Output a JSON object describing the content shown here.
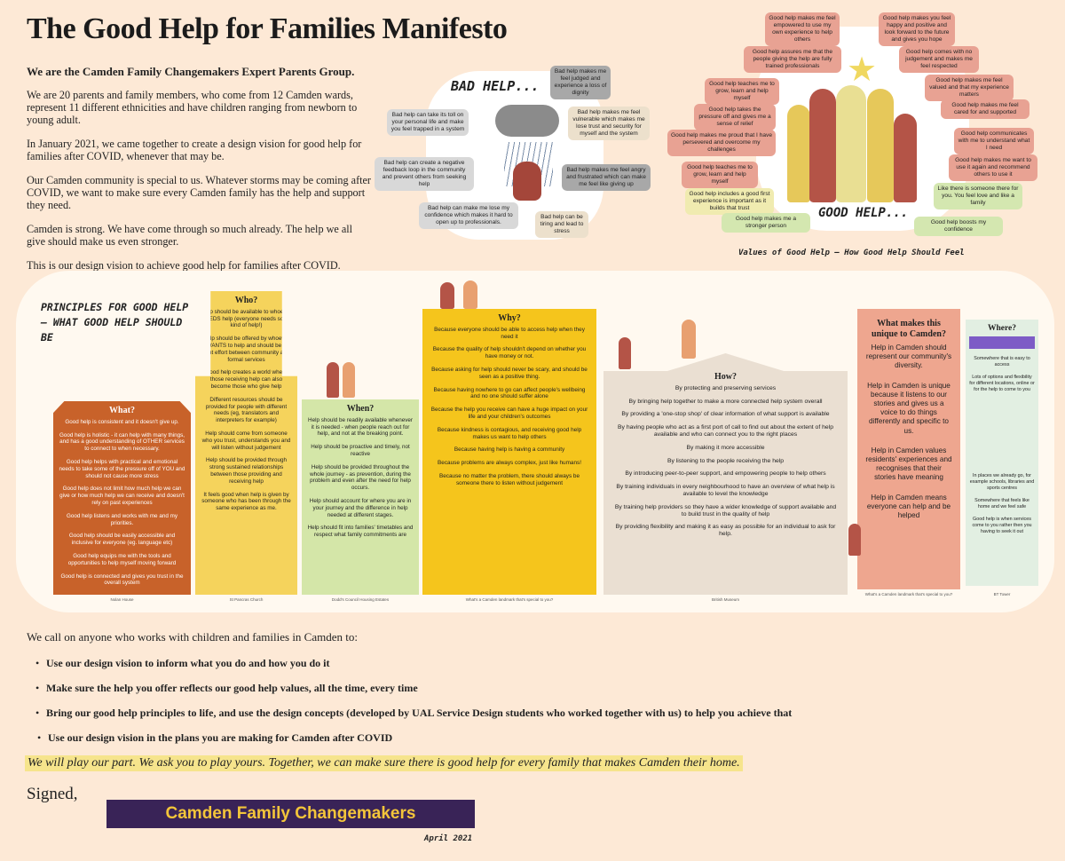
{
  "title": "The Good Help for Families Manifesto",
  "subtitle": "We are the Camden Family Changemakers Expert Parents Group.",
  "intro": [
    "We are 20 parents and family members, who come from 12 Camden wards, represent 11 different ethnicities and have children ranging from newborn to young adult.",
    "In January 2021, we came together to create a design vision for good help for families after COVID, whenever that may be.",
    "Our Camden community is special to us. Whatever storms may be coming after COVID, we want to make sure every Camden family has the help and support they need.",
    "Camden is strong. We have come through so much already. The help we all give should make us even stronger.",
    "This is our design vision to achieve good help for families after COVID."
  ],
  "bad_help": {
    "heading": "BAD HELP...",
    "cards": [
      "Bad help makes me feel judged and experience a loss of dignity",
      "Bad help can take its toll on your personal life and make you feel trapped in a system",
      "Bad help makes me feel vulnerable which makes me lose trust and security for myself and the system",
      "Bad help can create a negative feedback loop in the community and prevent others from seeking help",
      "Bad help makes me feel angry and frustrated which can make me feel like giving up",
      "Bad help can make me lose my confidence which makes it hard to open up to professionals.",
      "Bad help can be tiring and lead to stress"
    ]
  },
  "good_help": {
    "heading": "GOOD HELP...",
    "left_cards": [
      "Good help makes me feel empowered to use my own experience to help others",
      "Good help assures me that the people giving the help are fully trained professionals",
      "Good help teaches me to grow, learn and help myself",
      "Good help takes the pressure off and gives me a sense of relief",
      "Good help makes me proud that I have persevered and overcome my challenges",
      "Good help teaches me to grow, learn and help myself",
      "Good help includes a good first experience is important as it builds that trust",
      "Good help makes me a stronger person"
    ],
    "right_cards": [
      "Good help makes you feel happy and positive and look forward to the future and gives you hope",
      "Good help comes with no judgement and makes me feel respected",
      "Good help makes me feel valued and that my experience matters",
      "Good help makes me feel cared for and supported",
      "Good help communicates with me to understand what I need",
      "Good help makes me want to use it again and recommend others to use it",
      "Like there is someone there for you. You feel love and like a family",
      "Good help boosts my confidence"
    ],
    "caption": "Values of Good Help – How Good Help Should Feel"
  },
  "principles": {
    "heading": "PRINCIPLES FOR GOOD HELP – WHAT GOOD HELP SHOULD BE",
    "what": {
      "title": "What?",
      "items": [
        "Good help is consistent and it doesn't give up.",
        "Good help is holistic - it can help with many things, and has a good understanding of OTHER services to connect to when necessary.",
        "Good help helps with practical and emotional needs to take some of the pressure off of YOU and should not cause more stress",
        "Good help does not limit how much help we can give or how much help we can receive and doesn't rely on past experiences",
        "Good help listens and works with me and my priorities.",
        "Good help should be easily accessible and inclusive for everyone (eg. language etc)",
        "Good help equips me with the tools and opportunities to help myself moving forward",
        "Good help is connected and gives you trust in the overall system"
      ],
      "label": "Nolan House"
    },
    "who": {
      "title": "Who?",
      "items": [
        "Help should be available to whoever NEEDS help (everyone needs some kind of help!)",
        "Help should be offered by whoever WANTS to help and should be a joint effort between community and formal services",
        "Good help creates a world where those receiving help can also become those who give help",
        "Different resources should be provided for people with different needs (eg, translators and interpreters for example)",
        "Help should come from someone who you trust, understands you and will listen without judgement",
        "Help should be provided through strong sustained relationships between those providing and receiving help",
        "It feels good when help is given by someone who has been through the same experience as me."
      ],
      "label": "St Pancras Church"
    },
    "when": {
      "title": "When?",
      "items": [
        "Help should be readily available whenever it is needed - when people reach out for help, and not at the breaking point.",
        "Help should be proactive and timely, not reactive",
        "Help should be provided throughout the whole journey - as prevention, during the problem and even after the need for help occurs.",
        "Help should account for where you are in your journey and the difference in help needed at different stages.",
        "Help should fit into families' timetables and respect what family commitments are"
      ],
      "label": "Dodd's Council Housing Estates"
    },
    "why": {
      "title": "Why?",
      "items": [
        "Because everyone should be able to access help when they need it",
        "Because the quality of help shouldn't depend on whether you have money or not.",
        "Because asking for help should never be scary, and should be seen as a positive thing.",
        "Because having nowhere to go can affect people's wellbeing and no one should suffer alone",
        "Because the help you receive can have a huge impact on your life and your children's outcomes",
        "Because kindness is contagious, and receiving good help makes us want to help others",
        "Because having help is having a community",
        "Because problems are always complex, just like humans!",
        "Because no matter the problem, there should always be someone there to listen without judgement"
      ],
      "label": "What's a Camden landmark that's special to you?"
    },
    "how": {
      "title": "How?",
      "items": [
        "By protecting and preserving services",
        "By bringing help together to make a more connected help system overall",
        "By providing a 'one-stop shop' of clear information of what support is available",
        "By having people who act as a first port of call to find out about the extent of help available and who can connect you to the right places",
        "By making it more accessible",
        "By listening to the people receiving the help",
        "By introducing peer-to-peer support, and empowering people to help others",
        "By training individuals in every neighbourhood to have an overview of what help is available to level the knowledge",
        "By training help providers so they have a wider knowledge of support available and to build trust in the quality of help",
        "By providing flexibility and making it as easy as possible for an individual to ask for help."
      ],
      "label": "British Museum"
    },
    "unique": {
      "title": "What makes this unique to Camden?",
      "items": [
        "Help in Camden should represent our community's diversity.",
        "Help in Camden is unique because it listens to our stories and gives us a voice to do things differently and specific to us.",
        "Help in Camden values residents' experiences and recognises that their stories have meaning",
        "Help in Camden means everyone can help and be helped"
      ],
      "label": "What's a Camden landmark that's special to you?"
    },
    "where": {
      "title": "Where?",
      "items": [
        "Somewhere that is easy to access",
        "Lots of options and flexibility for different locations, online or for the help to come to you",
        "In places we already go, for example schools, libraries and sports centres",
        "Somewhere that feels like home and we feel safe",
        "Good help is when services come to you rather then you having to seek it out"
      ],
      "label": "BT Tower"
    }
  },
  "call": {
    "lead": "We call on anyone who works with children and families in Camden to:",
    "items": [
      "Use our design vision to inform what you do and how you do it",
      "Make sure the help you offer reflects our good help values, all the time, every time",
      "Bring our good help principles to life, and use the design concepts (developed by UAL Service Design students who worked together with us) to help you achieve that",
      "Use our design vision in the plans you are making for Camden after COVID"
    ]
  },
  "closing": "We will play our part. We ask you to play yours. Together, we can make sure there is good help for every family that makes Camden their home.",
  "signed": "Signed,",
  "banner": "Camden Family Changemakers",
  "date": "April 2021",
  "colors": {
    "what": "#c8622a",
    "who": "#f5d35c",
    "when": "#d4e6a8",
    "why": "#f5c51c",
    "how": "#eadfd2",
    "unique": "#eea68f",
    "where": "#e2efe2",
    "banner": "#392357"
  }
}
